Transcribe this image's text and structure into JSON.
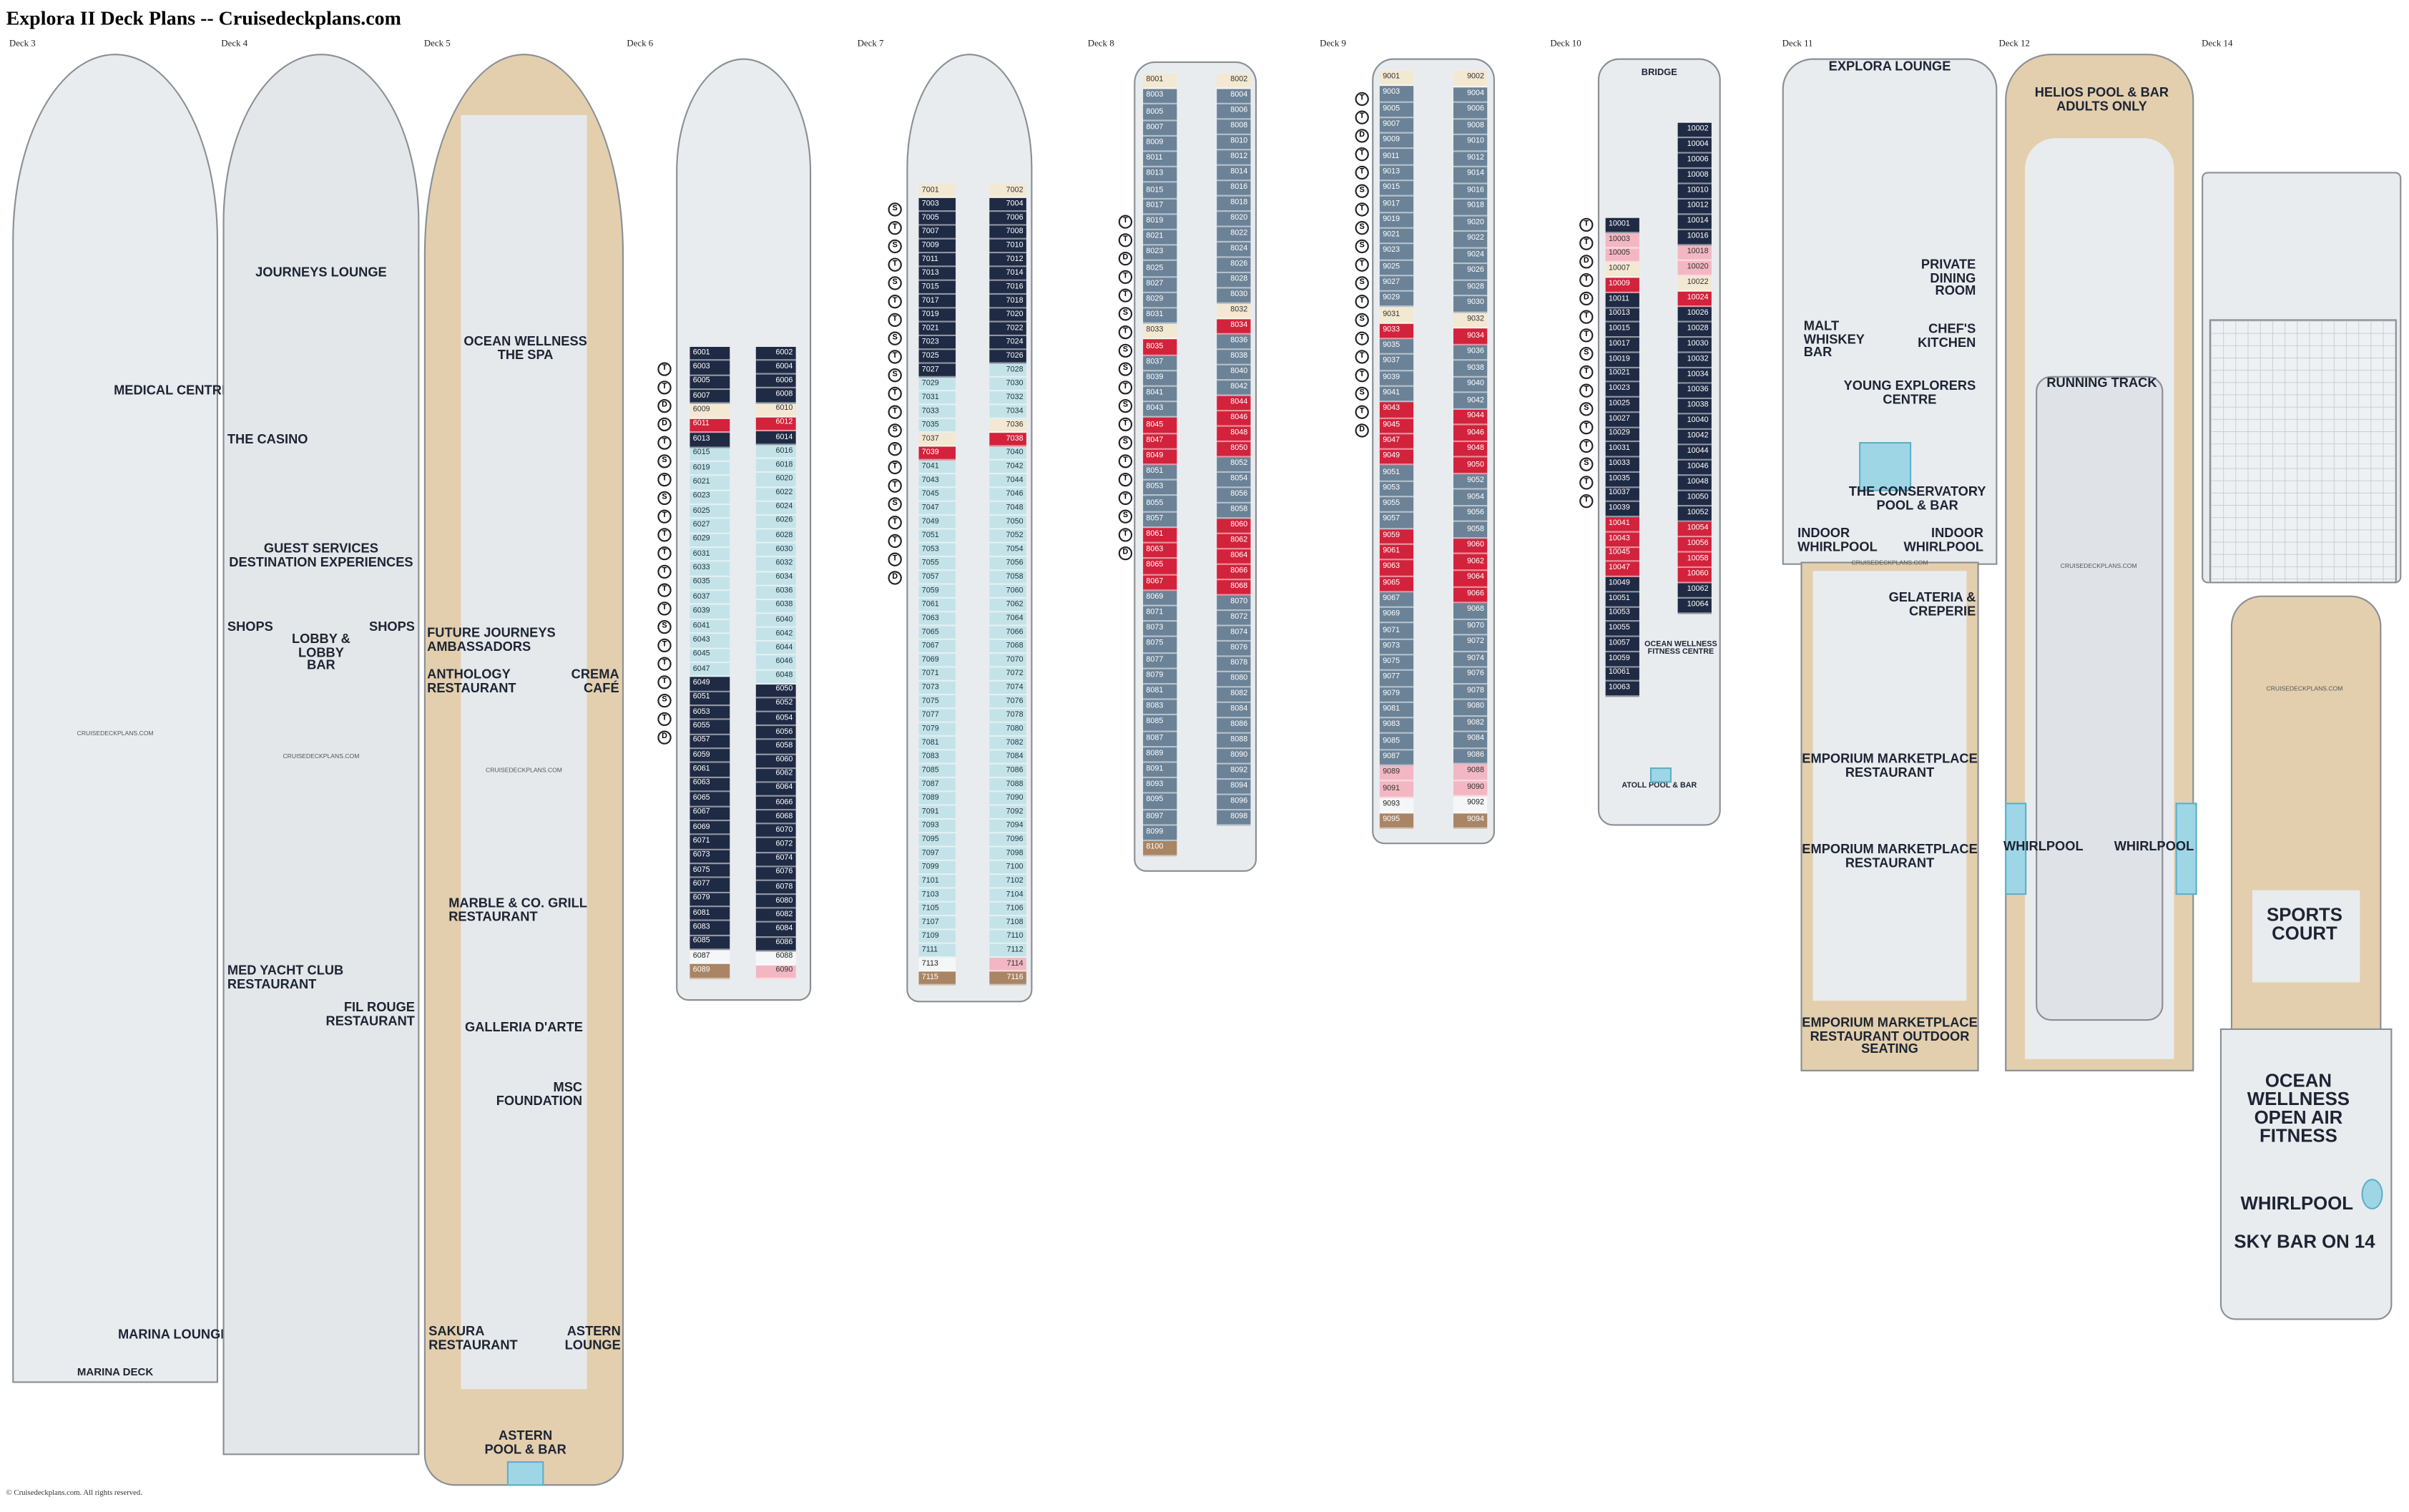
{
  "title": "Explora II Deck Plans -- Cruisedeckplans.com",
  "footer": "© Cruisedeckplans.com. All rights reserved.",
  "watermark": "CRUISEDECKPLANS.COM",
  "decks": [
    "Deck 3",
    "Deck 4",
    "Deck 5",
    "Deck 6",
    "Deck 7",
    "Deck 8",
    "Deck 9",
    "Deck 10",
    "Deck 11",
    "Deck 12",
    "Deck 14"
  ],
  "venues": {
    "d3": {
      "medical": "MEDICAL CENTRE",
      "marina_lounge": "MARINA LOUNGE",
      "marina_deck": "MARINA DECK"
    },
    "d4": {
      "journeys": "JOURNEYS LOUNGE",
      "casino": "THE CASINO",
      "guest": "GUEST SERVICES DESTINATION EXPERIENCES",
      "shops_l": "SHOPS",
      "lobby": "LOBBY & LOBBY BAR",
      "shops_r": "SHOPS",
      "med_yacht": "MED YACHT CLUB RESTAURANT",
      "fil_rouge": "FIL ROUGE RESTAURANT"
    },
    "d5": {
      "spa": "OCEAN WELLNESS THE SPA",
      "future": "FUTURE JOURNEYS AMBASSADORS",
      "anthology": "ANTHOLOGY RESTAURANT",
      "crema": "CREMA CAFÉ",
      "marble": "MARBLE & CO. GRILL RESTAURANT",
      "galleria": "GALLERIA D'ARTE",
      "msc": "MSC FOUNDATION",
      "sakura": "SAKURA RESTAURANT",
      "astern_lounge": "ASTERN LOUNGE",
      "astern_pool": "ASTERN POOL & BAR"
    },
    "d10": {
      "bridge": "BRIDGE",
      "fitness": "OCEAN WELLNESS FITNESS CENTRE",
      "atoll": "ATOLL POOL & BAR"
    },
    "d11": {
      "explora": "EXPLORA LOUNGE",
      "private": "PRIVATE DINING ROOM",
      "malt": "MALT WHISKEY BAR",
      "chef": "CHEF'S KITCHEN",
      "young": "YOUNG EXPLORERS CENTRE",
      "conservatory": "THE CONSERVATORY POOL & BAR",
      "indoor_l": "INDOOR WHIRLPOOL",
      "indoor_r": "INDOOR WHIRLPOOL",
      "gelateria": "GELATERIA & CREPERIE",
      "emporium1": "EMPORIUM MARKETPLACE RESTAURANT",
      "emporium2": "EMPORIUM MARKETPLACE RESTAURANT",
      "emporium3": "EMPORIUM MARKETPLACE RESTAURANT OUTDOOR SEATING"
    },
    "d12": {
      "helios": "HELIOS POOL & BAR ADULTS ONLY",
      "track": "RUNNING TRACK",
      "whirl_l": "WHIRLPOOL",
      "whirl_r": "WHIRLPOOL"
    },
    "d14": {
      "sports": "SPORTS COURT",
      "wellness": "OCEAN WELLNESS OPEN AIR FITNESS",
      "whirl": "WHIRLPOOL",
      "skybar": "SKY BAR ON 14"
    }
  },
  "cabin_decks": {
    "6": {
      "left": [
        [
          "navy",
          [
            "6001",
            "6003",
            "6005",
            "6007"
          ]
        ],
        [
          "beige",
          [
            "6009"
          ]
        ],
        [
          "red",
          [
            "6011"
          ]
        ],
        [
          "navy",
          [
            "6013"
          ]
        ],
        [
          "lb",
          [
            "6015",
            "6019",
            "6021",
            "6023",
            "6025",
            "6027",
            "6029",
            "6031",
            "6033",
            "6035",
            "6037",
            "6039",
            "6041",
            "6043",
            "6045",
            "6047"
          ]
        ],
        [
          "navy",
          [
            "6049",
            "6051",
            "6053",
            "6055",
            "6057",
            "6059",
            "6061",
            "6063",
            "6065",
            "6067",
            "6069",
            "6071",
            "6073",
            "6075",
            "6077",
            "6079",
            "6081",
            "6083",
            "6085"
          ]
        ],
        [
          "white",
          [
            "6087"
          ]
        ],
        [
          "brown",
          [
            "6089"
          ]
        ]
      ],
      "right": [
        [
          "navy",
          [
            "6002",
            "6004",
            "6006",
            "6008"
          ]
        ],
        [
          "beige",
          [
            "6010"
          ]
        ],
        [
          "red",
          [
            "6012"
          ]
        ],
        [
          "navy",
          [
            "6014"
          ]
        ],
        [
          "lb",
          [
            "6016",
            "6018",
            "6020",
            "6022",
            "6024",
            "6026",
            "6028",
            "6030",
            "6032",
            "6034",
            "6036",
            "6038",
            "6040",
            "6042",
            "6044",
            "6046",
            "6048"
          ]
        ],
        [
          "navy",
          [
            "6050",
            "6052",
            "6054",
            "6056",
            "6058",
            "6060",
            "6062",
            "6064",
            "6066",
            "6068",
            "6070",
            "6072",
            "6074",
            "6076",
            "6078",
            "6080",
            "6082",
            "6084",
            "6086"
          ]
        ],
        [
          "white",
          [
            "6088"
          ]
        ],
        [
          "pink",
          [
            "6090"
          ]
        ]
      ],
      "side": [
        "T",
        "T",
        "D",
        "D",
        "T",
        "S",
        "T",
        "S",
        "T",
        "T",
        "T",
        "T",
        "T",
        "T",
        "S",
        "T",
        "T",
        "T",
        "S",
        "T",
        "D"
      ]
    },
    "7": {
      "left": [
        [
          "beige",
          [
            "7001"
          ]
        ],
        [
          "navy",
          [
            "7003",
            "7005",
            "7007",
            "7009",
            "7011",
            "7013",
            "7015",
            "7017",
            "7019",
            "7021",
            "7023",
            "7025",
            "7027"
          ]
        ],
        [
          "lb",
          [
            "7029",
            "7031",
            "7033",
            "7035"
          ]
        ],
        [
          "beige",
          [
            "7037"
          ]
        ],
        [
          "red",
          [
            "7039"
          ]
        ],
        [
          "lb",
          [
            "7041",
            "7043",
            "7045",
            "7047",
            "7049",
            "7051",
            "7053",
            "7055",
            "7057",
            "7059",
            "7061",
            "7063",
            "7065",
            "7067",
            "7069",
            "7071",
            "7073",
            "7075",
            "7077",
            "7079",
            "7081",
            "7083",
            "7085",
            "7087",
            "7089",
            "7091",
            "7093",
            "7095",
            "7097",
            "7099",
            "7101",
            "7103",
            "7105",
            "7107",
            "7109",
            "7111"
          ]
        ],
        [
          "white",
          [
            "7113"
          ]
        ],
        [
          "brown",
          [
            "7115"
          ]
        ]
      ],
      "right": [
        [
          "beige",
          [
            "7002"
          ]
        ],
        [
          "navy",
          [
            "7004",
            "7006",
            "7008",
            "7010",
            "7012",
            "7014",
            "7016",
            "7018",
            "7020",
            "7022",
            "7024",
            "7026"
          ]
        ],
        [
          "lb",
          [
            "7028",
            "7030",
            "7032",
            "7034"
          ]
        ],
        [
          "beige",
          [
            "7036"
          ]
        ],
        [
          "red",
          [
            "7038"
          ]
        ],
        [
          "lb",
          [
            "7040",
            "7042",
            "7044",
            "7046",
            "7048",
            "7050",
            "7052",
            "7054",
            "7056",
            "7058",
            "7060",
            "7062",
            "7064",
            "7066",
            "7068",
            "7070",
            "7072",
            "7074",
            "7076",
            "7078",
            "7080",
            "7082",
            "7084",
            "7086",
            "7088",
            "7090",
            "7092",
            "7094",
            "7096",
            "7098",
            "7100",
            "7102",
            "7104",
            "7106",
            "7108",
            "7110",
            "7112"
          ]
        ],
        [
          "pink",
          [
            "7114"
          ]
        ],
        [
          "brown",
          [
            "7116"
          ]
        ]
      ],
      "side": [
        "S",
        "T",
        "S",
        "T",
        "S",
        "T",
        "T",
        "S",
        "T",
        "S",
        "T",
        "T",
        "S",
        "T",
        "T",
        "T",
        "S",
        "T",
        "T",
        "T",
        "D"
      ]
    },
    "8": {
      "left": [
        [
          "beige",
          [
            "8001"
          ]
        ],
        [
          "slate",
          [
            "8003",
            "8005",
            "8007",
            "8009",
            "8011",
            "8013",
            "8015",
            "8017",
            "8019",
            "8021",
            "8023",
            "8025",
            "8027",
            "8029",
            "8031"
          ]
        ],
        [
          "beige",
          [
            "8033"
          ]
        ],
        [
          "red",
          [
            "8035"
          ]
        ],
        [
          "slate",
          [
            "8037",
            "8039",
            "8041",
            "8043"
          ]
        ],
        [
          "red",
          [
            "8045",
            "8047",
            "8049"
          ]
        ],
        [
          "slate",
          [
            "8051",
            "8053",
            "8055",
            "8057"
          ]
        ],
        [
          "red",
          [
            "8061",
            "8063",
            "8065",
            "8067"
          ]
        ],
        [
          "slate",
          [
            "8069",
            "8071",
            "8073",
            "8075",
            "8077",
            "8079",
            "8081",
            "8083",
            "8085",
            "8087",
            "8089",
            "8091",
            "8093",
            "8095",
            "8097",
            "8099"
          ]
        ],
        [
          "brown",
          [
            "8100"
          ]
        ]
      ],
      "right": [
        [
          "beige",
          [
            "8002"
          ]
        ],
        [
          "slate",
          [
            "8004",
            "8006",
            "8008",
            "8010",
            "8012",
            "8014",
            "8016",
            "8018",
            "8020",
            "8022",
            "8024",
            "8026",
            "8028",
            "8030"
          ]
        ],
        [
          "beige",
          [
            "8032"
          ]
        ],
        [
          "red",
          [
            "8034"
          ]
        ],
        [
          "slate",
          [
            "8036",
            "8038",
            "8040",
            "8042"
          ]
        ],
        [
          "red",
          [
            "8044",
            "8046",
            "8048",
            "8050"
          ]
        ],
        [
          "slate",
          [
            "8052",
            "8054",
            "8056",
            "8058"
          ]
        ],
        [
          "red",
          [
            "8060",
            "8062",
            "8064",
            "8066",
            "8068"
          ]
        ],
        [
          "slate",
          [
            "8070",
            "8072",
            "8074",
            "8076",
            "8078",
            "8080",
            "8082",
            "8084",
            "8086",
            "8088",
            "8090",
            "8092",
            "8094",
            "8096",
            "8098"
          ]
        ]
      ],
      "side": [
        "T",
        "T",
        "D",
        "T",
        "T",
        "S",
        "T",
        "S",
        "S",
        "T",
        "S",
        "T",
        "S",
        "T",
        "T",
        "T",
        "S",
        "T",
        "D"
      ]
    },
    "9": {
      "left": [
        [
          "beige",
          [
            "9001"
          ]
        ],
        [
          "slate",
          [
            "9003",
            "9005",
            "9007",
            "9009",
            "9011",
            "9013",
            "9015",
            "9017",
            "9019",
            "9021",
            "9023",
            "9025",
            "9027",
            "9029"
          ]
        ],
        [
          "beige",
          [
            "9031"
          ]
        ],
        [
          "red",
          [
            "9033"
          ]
        ],
        [
          "slate",
          [
            "9035",
            "9037",
            "9039",
            "9041"
          ]
        ],
        [
          "red",
          [
            "9043",
            "9045",
            "9047",
            "9049"
          ]
        ],
        [
          "slate",
          [
            "9051",
            "9053",
            "9055",
            "9057"
          ]
        ],
        [
          "red",
          [
            "9059",
            "9061",
            "9063",
            "9065"
          ]
        ],
        [
          "slate",
          [
            "9067",
            "9069",
            "9071",
            "9073",
            "9075",
            "9077",
            "9079",
            "9081",
            "9083",
            "9085",
            "9087"
          ]
        ],
        [
          "pink",
          [
            "9089",
            "9091"
          ]
        ],
        [
          "white",
          [
            "9093"
          ]
        ],
        [
          "brown",
          [
            "9095"
          ]
        ]
      ],
      "right": [
        [
          "beige",
          [
            "9002"
          ]
        ],
        [
          "slate",
          [
            "9004",
            "9006",
            "9008",
            "9010",
            "9012",
            "9014",
            "9016",
            "9018",
            "9020",
            "9022",
            "9024",
            "9026",
            "9028",
            "9030"
          ]
        ],
        [
          "beige",
          [
            "9032"
          ]
        ],
        [
          "red",
          [
            "9034"
          ]
        ],
        [
          "slate",
          [
            "9036",
            "9038",
            "9040",
            "9042"
          ]
        ],
        [
          "red",
          [
            "9044",
            "9046",
            "9048",
            "9050"
          ]
        ],
        [
          "slate",
          [
            "9052",
            "9054",
            "9056",
            "9058"
          ]
        ],
        [
          "red",
          [
            "9060",
            "9062",
            "9064",
            "9066"
          ]
        ],
        [
          "slate",
          [
            "9068",
            "9070",
            "9072",
            "9074",
            "9076",
            "9078",
            "9080",
            "9082",
            "9084",
            "9086"
          ]
        ],
        [
          "pink",
          [
            "9088",
            "9090"
          ]
        ],
        [
          "white",
          [
            "9092"
          ]
        ],
        [
          "brown",
          [
            "9094"
          ]
        ]
      ],
      "side": [
        "T",
        "T",
        "D",
        "T",
        "T",
        "S",
        "T",
        "S",
        "S",
        "T",
        "S",
        "T",
        "S",
        "T",
        "T",
        "T",
        "S",
        "T",
        "D"
      ]
    },
    "10": {
      "left": [
        [
          "navy",
          [
            "10001"
          ]
        ],
        [
          "pink",
          [
            "10003",
            "10005"
          ]
        ],
        [
          "beige",
          [
            "10007"
          ]
        ],
        [
          "red",
          [
            "10009"
          ]
        ],
        [
          "navy",
          [
            "10011",
            "10013",
            "10015",
            "10017",
            "10019",
            "10021",
            "10023",
            "10025",
            "10027",
            "10029",
            "10031",
            "10033",
            "10035",
            "10037",
            "10039"
          ]
        ],
        [
          "red",
          [
            "10041",
            "10043",
            "10045",
            "10047"
          ]
        ],
        [
          "navy",
          [
            "10049",
            "10051",
            "10053",
            "10055",
            "10057",
            "10059",
            "10061",
            "10063"
          ]
        ]
      ],
      "right": [
        [
          "navy",
          [
            "10002",
            "10004",
            "10006",
            "10008",
            "10010",
            "10012",
            "10014",
            "10016"
          ]
        ],
        [
          "pink",
          [
            "10018",
            "10020"
          ]
        ],
        [
          "beige",
          [
            "10022"
          ]
        ],
        [
          "red",
          [
            "10024"
          ]
        ],
        [
          "navy",
          [
            "10026",
            "10028",
            "10030",
            "10032",
            "10034",
            "10036",
            "10038",
            "10040",
            "10042",
            "10044",
            "10046",
            "10048",
            "10050",
            "10052"
          ]
        ],
        [
          "red",
          [
            "10054",
            "10056",
            "10058",
            "10060"
          ]
        ],
        [
          "navy",
          [
            "10062",
            "10064"
          ]
        ]
      ],
      "side": [
        "T",
        "T",
        "D",
        "T",
        "D",
        "T",
        "T",
        "S",
        "T",
        "T",
        "S",
        "T",
        "T",
        "S",
        "T",
        "T"
      ]
    }
  }
}
